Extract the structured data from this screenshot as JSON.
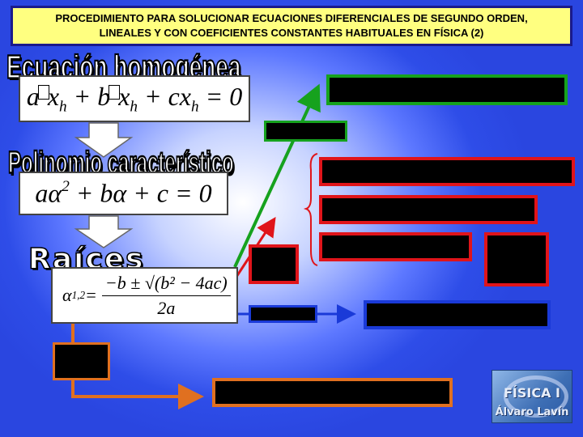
{
  "title": {
    "line1": "PROCEDIMIENTO PARA SOLUCIONAR ECUACIONES DIFERENCIALES DE SEGUNDO ORDEN,",
    "line2": "LINEALES Y CON COEFICIENTES CONSTANTES HABITUALES EN FÍSICA (2)"
  },
  "steps": {
    "homogenea": "Ecuación homogénea",
    "polinomio": "Polinomio característico",
    "raices": "Raíces"
  },
  "equations": {
    "homogenea": {
      "a": "a",
      "x1": "x",
      "h1": "h",
      "plus1": " + ",
      "b": "b",
      "x2": "x",
      "h2": "h",
      "plus2": " + ",
      "c": "c",
      "x3": "x",
      "h3": "h",
      "rhs": " = 0"
    },
    "polinomio": {
      "a": "a",
      "alpha1": "α",
      "exp": "2",
      "plus1": " + ",
      "b": "b",
      "alpha2": "α",
      "plus2": " + ",
      "c": "c",
      "rhs": " = 0"
    },
    "raices": {
      "alpha": "α",
      "sub": "1,2",
      "eq": " = ",
      "num": "−b ± √(b² − 4ac)",
      "den": "2a"
    }
  },
  "logo": {
    "line1": "FÍSICA I",
    "line2": "Álvaro Lavín"
  },
  "colors": {
    "green": "#16a21e",
    "red": "#e0141a",
    "blue": "#1a3ad8",
    "orange": "#e07020",
    "title_bg": "#ffff80"
  }
}
